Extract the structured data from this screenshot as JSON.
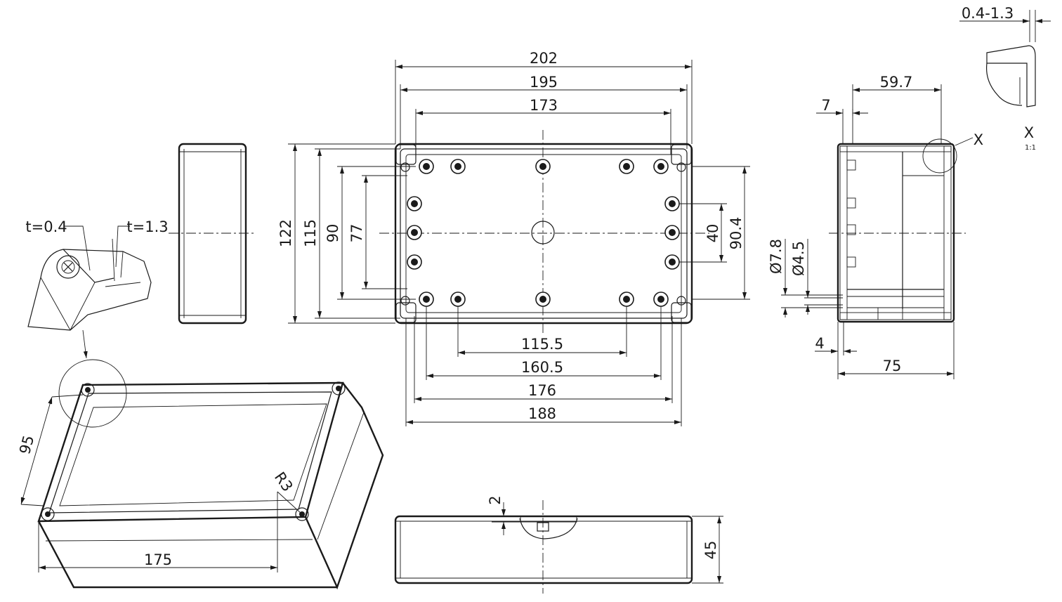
{
  "dims": {
    "top_width": "202",
    "inner_width": "195",
    "hole_span_x": "173",
    "height_total": "122",
    "height_inner": "115",
    "hole_span_y": "90",
    "inner_span_y": "77",
    "right_span_small": "40",
    "right_span_large": "90.4",
    "bottom_span_1": "115.5",
    "bottom_span_2": "160.5",
    "bottom_span_3": "176",
    "bottom_span_4": "188",
    "side_width_top": "59.7",
    "side_offset": "7",
    "side_gap": "4",
    "side_depth": "75",
    "dia_outer": "Ø7.8",
    "dia_inner": "Ø4.5",
    "wall_thickness": "0.4-1.3",
    "detail_label": "X",
    "detail_scale": "1:1",
    "thickness_thin": "t=0.4",
    "thickness_thick": "t=1.3",
    "iso_depth": "95",
    "iso_length": "175",
    "radius": "R3",
    "lid_offset": "2",
    "lid_height": "45"
  }
}
